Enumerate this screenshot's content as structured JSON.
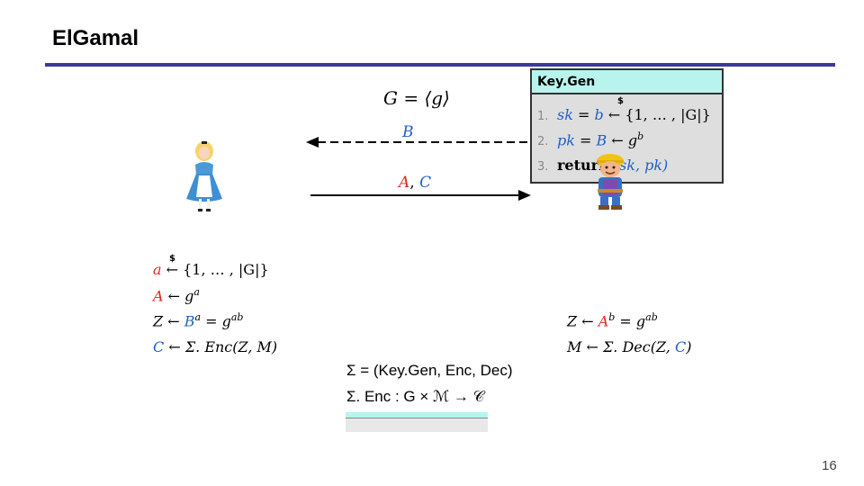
{
  "slide": {
    "title": "ElGamal",
    "page_number": "16"
  },
  "diagram": {
    "group_eq": "G = ⟨g⟩",
    "msg_to_alice": "B",
    "msg_to_bob_a": "A",
    "msg_to_bob_sep": ", ",
    "msg_to_bob_c": "C"
  },
  "keygen": {
    "title": "Key.Gen",
    "lines": [
      {
        "num": "1.",
        "lhs": "sk",
        "rest_a": " = ",
        "var": "b",
        "rest_b": " ← {1, … , |G|}"
      },
      {
        "num": "2.",
        "lhs": "pk",
        "rest_a": " = ",
        "var": "B",
        "rest_b": " ← g",
        "sup": "b"
      },
      {
        "num": "3.",
        "kw": "return",
        "rest": " (sk, pk)"
      }
    ],
    "dollar": "$"
  },
  "alice": {
    "dollar": "$",
    "eq1": {
      "var": "a",
      "rest": " ← {1, … , |G|}"
    },
    "eq2": {
      "var": "A",
      "rest": " ← g",
      "sup": "a"
    },
    "eq3": {
      "lhs": "Z ← ",
      "var": "B",
      "sup1": "a",
      "mid": " = g",
      "sup2": "ab"
    },
    "eq4": {
      "var": "C",
      "rest": " ← Σ. Enc(Z, M)"
    }
  },
  "bob": {
    "eq1": {
      "lhs": "Z ← ",
      "var": "A",
      "sup1": "b",
      "mid": " = g",
      "sup2": "ab"
    },
    "eq2": {
      "lhs": "M ← Σ. Dec(Z, ",
      "var": "C",
      "rest": ")"
    }
  },
  "scheme": {
    "line1": "Σ = (Key.Gen, Enc, Dec)",
    "line2": "Σ. Enc : G × ℳ → 𝒞"
  },
  "colors": {
    "blue": "#1f5fc8",
    "red": "#e0291a",
    "rule": "#3a3a9a",
    "keygen_header": "#b8f4ee"
  },
  "icons": {
    "alice": "alice-figure",
    "bob": "bob-the-builder-figure"
  }
}
